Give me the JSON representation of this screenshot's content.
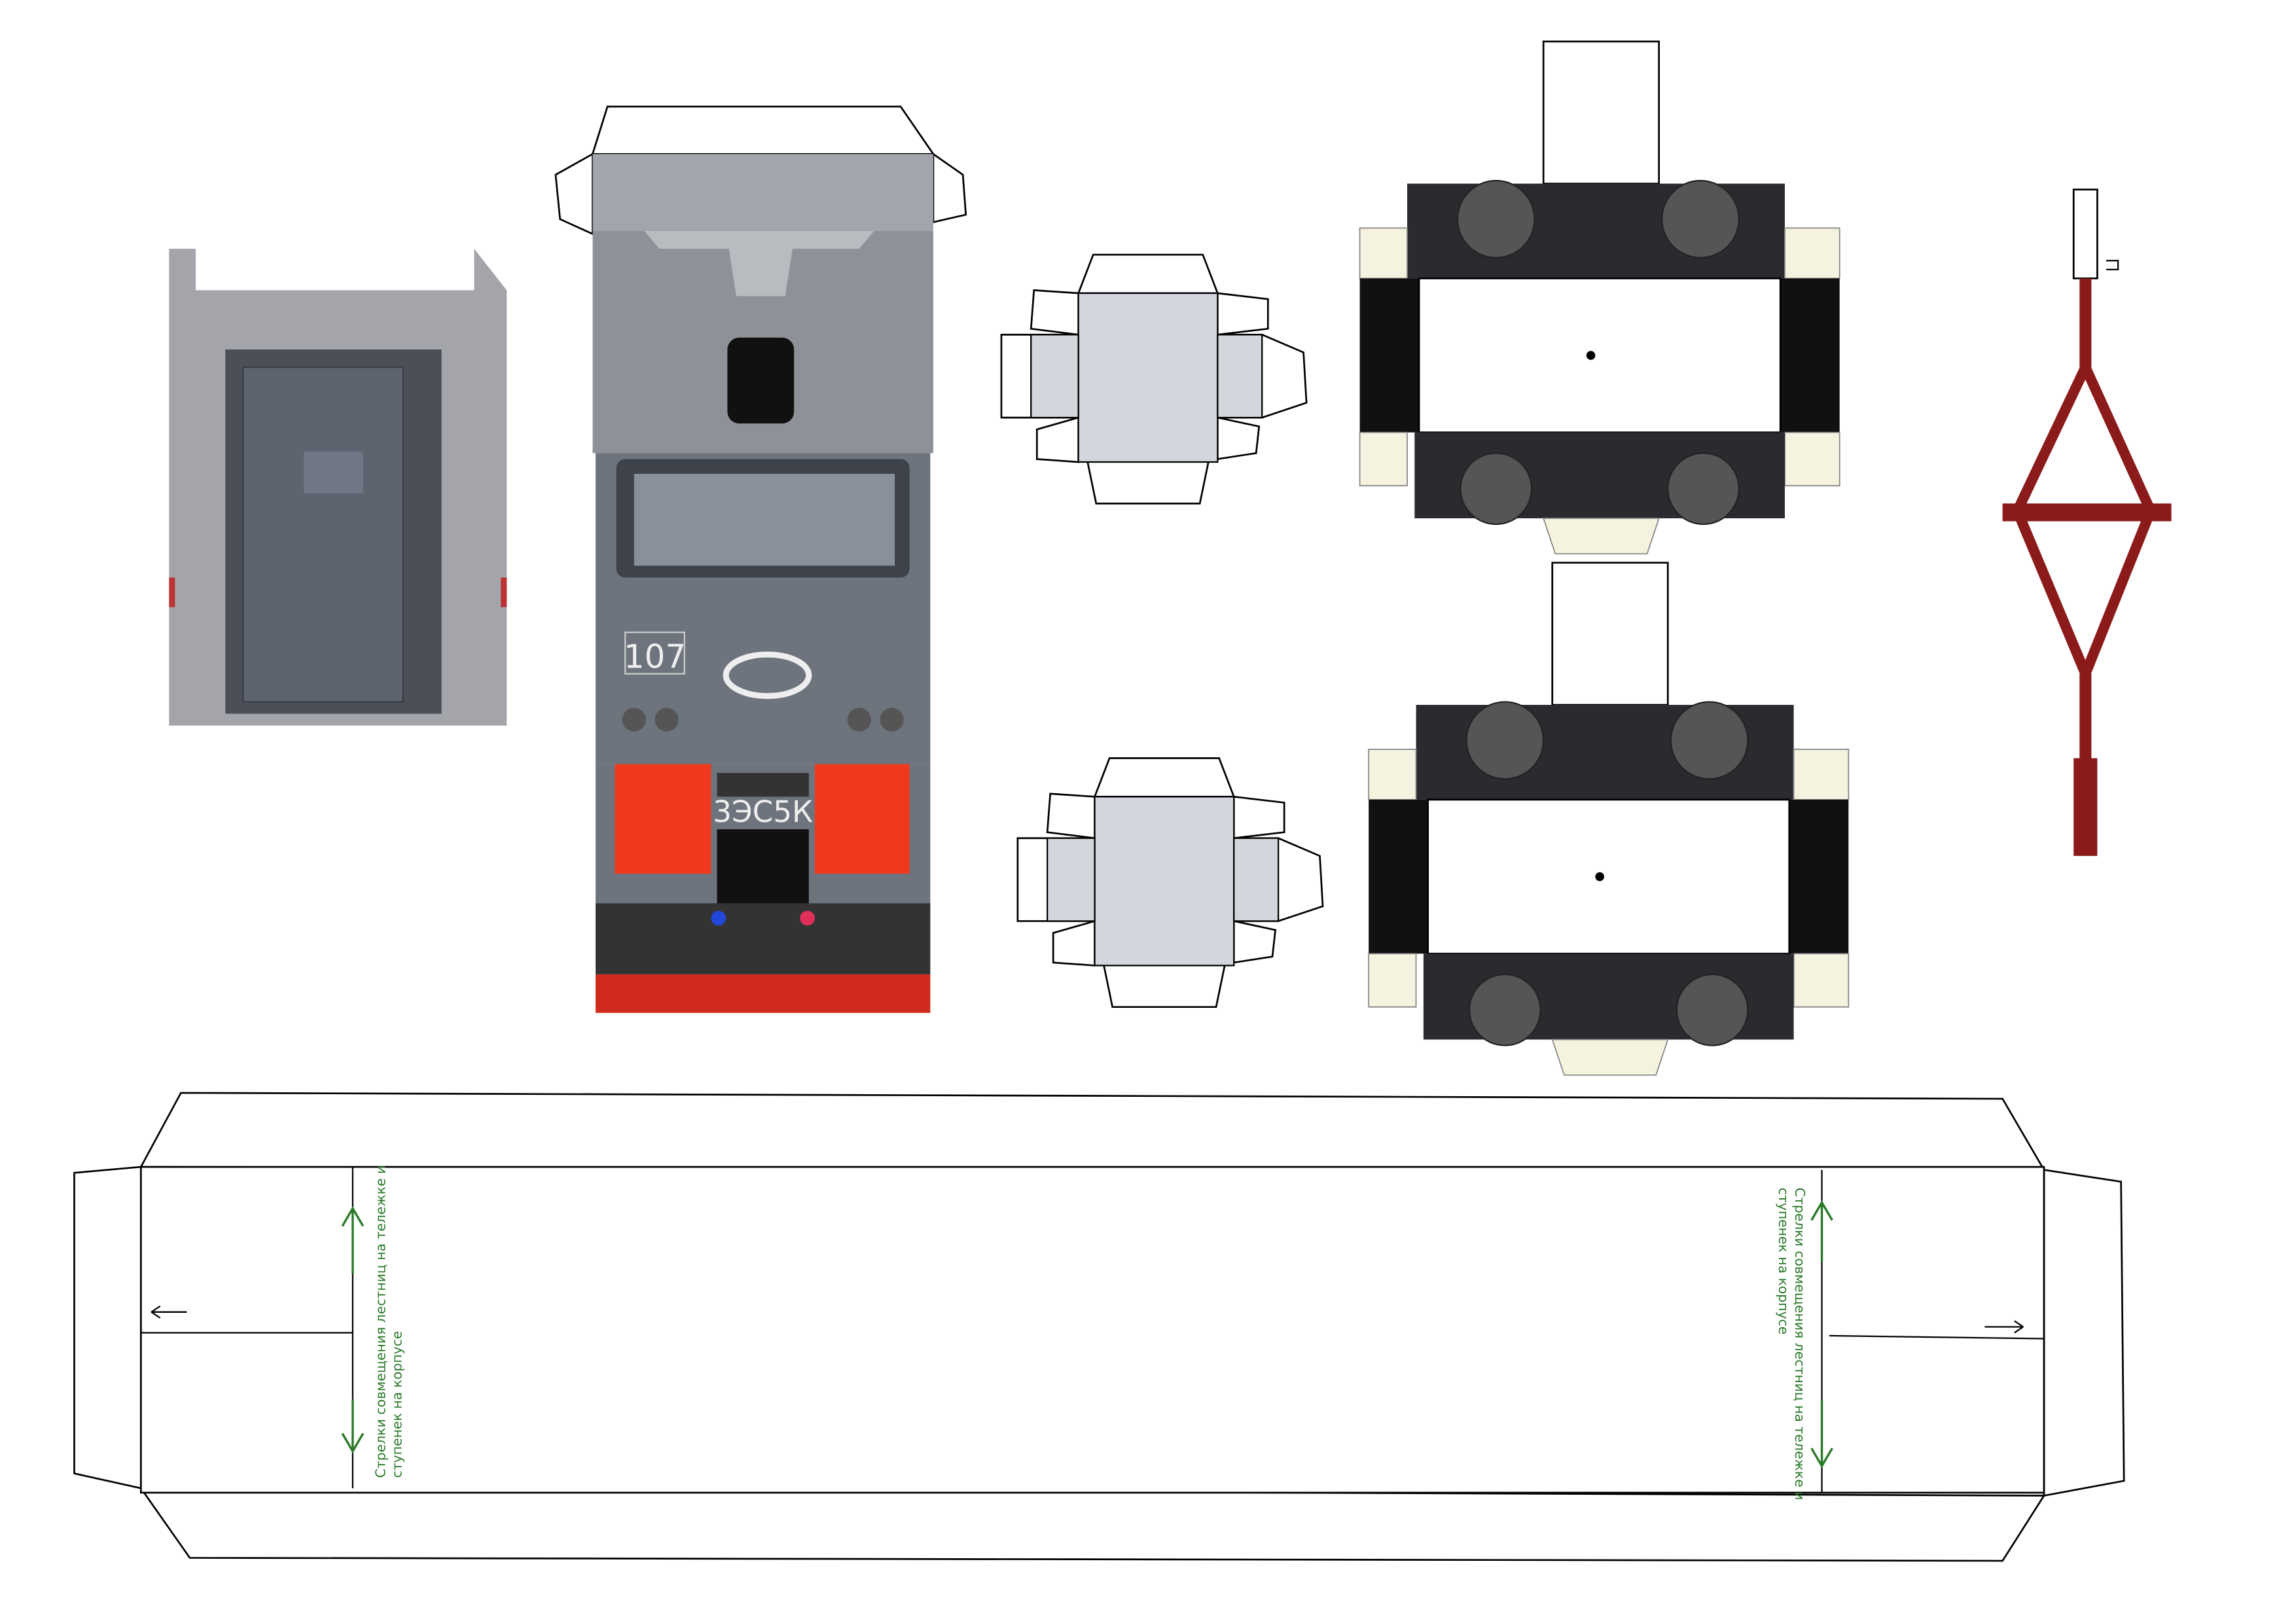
{
  "cab": {
    "number": "107",
    "model": "3ЭС5К"
  },
  "body_net": {
    "note_left_line1": "Стрелки совмещения лестниц на тележке и",
    "note_left_line2": "ступенек на корпусе",
    "note_right_line1": "Стрелки совмещения лестниц на тележке и",
    "note_right_line2": "ступенек на корпусе"
  },
  "colors": {
    "body_grey": "#6e747d",
    "buffer_red": "#f03a1e",
    "note_green": "#2a7a2a",
    "pantograph_red": "#8b1a1a"
  }
}
